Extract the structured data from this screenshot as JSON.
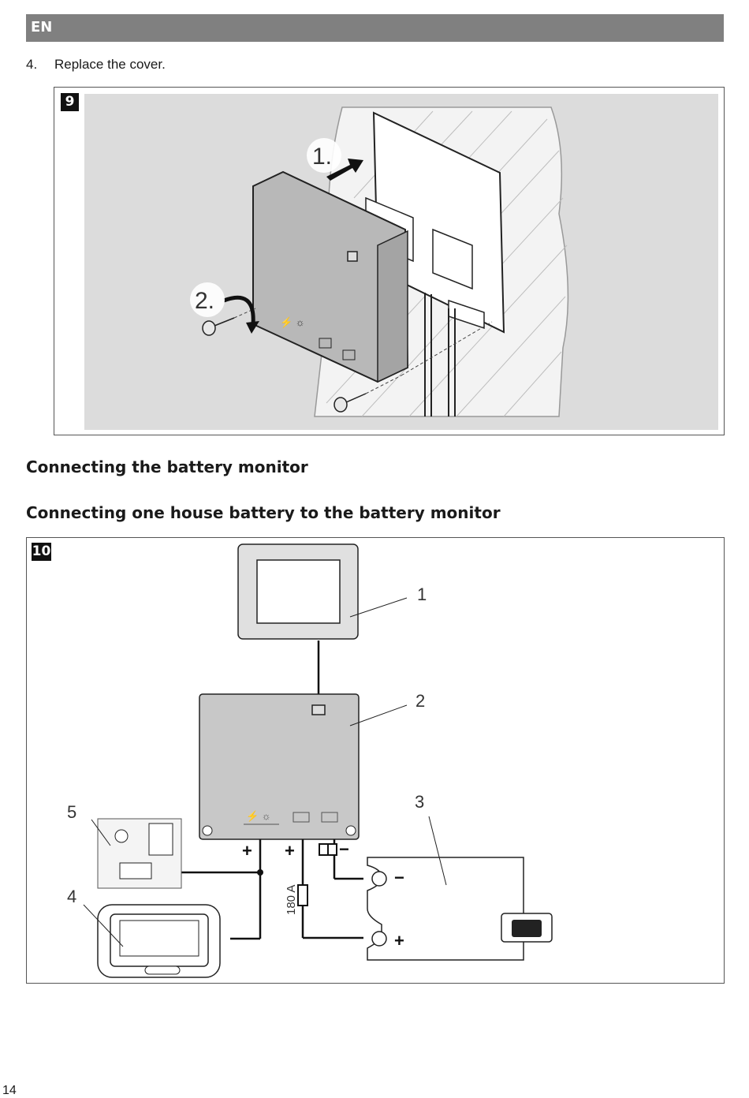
{
  "header": {
    "language_code": "EN"
  },
  "step": {
    "number": "4.",
    "text": "Replace the cover."
  },
  "figure9": {
    "badge": "9",
    "callout_1": "1.",
    "callout_2": "2."
  },
  "headings": {
    "section": "Connecting the battery monitor",
    "subsection": "Connecting one house battery to the battery monitor"
  },
  "figure10": {
    "badge": "10",
    "callout_1": "1",
    "callout_2": "2",
    "callout_3": "3",
    "callout_4": "4",
    "callout_5": "5",
    "fuse_label": "180 A",
    "plus_sign": "+",
    "minus_sign": "−"
  },
  "footer": {
    "page_number": "14"
  },
  "colors": {
    "header_bar": "#808080",
    "figure_background": "#dcdcdc",
    "device_grey": "#c8c8c8"
  }
}
